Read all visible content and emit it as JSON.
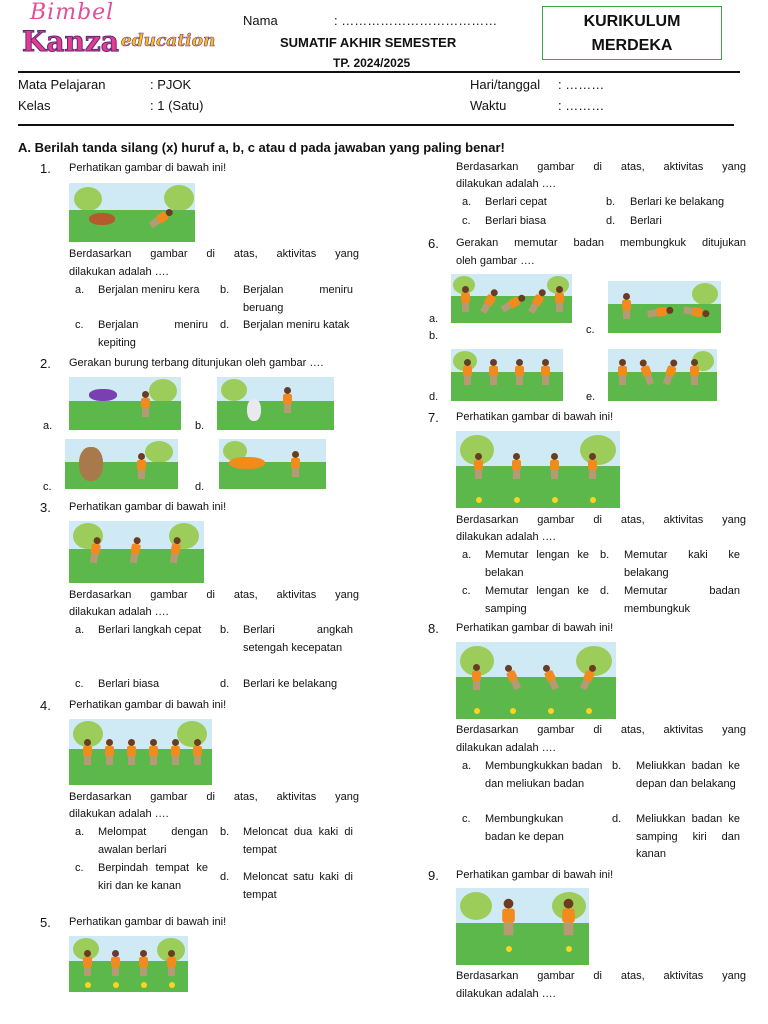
{
  "header": {
    "logo_line1": "Bimbel",
    "logo_kanza": "Kanza",
    "logo_education": "education",
    "nama_label": "Nama",
    "nama_value": ": ………………………………",
    "exam_title": "SUMATIF AKHIR SEMESTER",
    "exam_year": "TP. 2024/2025",
    "kurikulum_line1": "KURIKULUM",
    "kurikulum_line2": "MERDEKA"
  },
  "info": {
    "mapel_label": "Mata Pelajaran",
    "mapel_value": ": PJOK",
    "kelas_label": "Kelas",
    "kelas_value": ": 1 (Satu)",
    "hari_label": "Hari/tanggal",
    "hari_value": ": ………",
    "waktu_label": "Waktu",
    "waktu_value": ": ………"
  },
  "section_a": "A.  Berilah tanda silang (x) huruf a, b, c atau d pada jawaban yang paling benar!",
  "colors": {
    "grass": "#5cb84a",
    "shirt": "#f28a1e",
    "sky": "#cfe9f5",
    "logo_pink": "#e0509a",
    "box_border": "#3aa64a"
  },
  "q1": {
    "num": "1.",
    "text": "Perhatikan gambar di bawah ini!",
    "follow": "Berdasarkan gambar di atas, aktivitas yang dilakukan adalah ….",
    "a": "Berjalan meniru kera",
    "b": "Berjalan meniru beruang",
    "c": "Berjalan meniru kepiting",
    "d": "Berjalan meniru katak"
  },
  "q2": {
    "num": "2.",
    "text": "Gerakan burung terbang ditunjukan oleh gambar …."
  },
  "q3": {
    "num": "3.",
    "text": "Perhatikan gambar di bawah ini!",
    "follow": "Berdasarkan gambar di atas, aktivitas yang dilakukan adalah ….",
    "a": "Berlari langkah cepat",
    "b": "Berlari angkah setengah kecepatan",
    "c": "Berlari biasa",
    "d": "Berlari ke belakang"
  },
  "q4": {
    "num": "4.",
    "text": "Perhatikan gambar di bawah ini!",
    "follow": "Berdasarkan gambar di atas, aktivitas yang dilakukan adalah ….",
    "a": "Melompat dengan awalan berlari",
    "b": "Meloncat dua kaki di tempat",
    "c": "Berpindah tempat ke kiri dan ke kanan",
    "d": "Meloncat satu kaki di tempat"
  },
  "q5": {
    "num": "5.",
    "text": "Perhatikan gambar di bawah ini!",
    "follow": "Berdasarkan gambar di atas, aktivitas yang dilakukan adalah ….",
    "a": "Berlari cepat",
    "b": "Berlari ke belakang",
    "c": "Berlari biasa",
    "d": "Berlari"
  },
  "q6": {
    "num": "6.",
    "text": "Gerakan memutar badan membungkuk ditujukan oleh gambar …."
  },
  "q7": {
    "num": "7.",
    "text": "Perhatikan gambar di bawah ini!",
    "follow": "Berdasarkan gambar di atas, aktivitas yang dilakukan adalah ….",
    "a": "Memutar lengan ke belakan",
    "b": "Memutar kaki ke belakang",
    "c": "Memutar lengan ke samping",
    "d": "Memutar badan membungkuk"
  },
  "q8": {
    "num": "8.",
    "text": "Perhatikan gambar di bawah ini!",
    "follow": "Berdasarkan gambar di atas, aktivitas yang dilakukan adalah ….",
    "a": "Membungkukkan badan dan meliukan badan",
    "b": "Meliukkan badan ke depan dan belakang",
    "c": "Membungkukan badan ke depan",
    "d": "Meliukkan badan ke samping kiri dan kanan"
  },
  "q9": {
    "num": "9.",
    "text": "Perhatikan gambar di bawah ini!",
    "follow": "Berdasarkan gambar di atas, aktivitas yang dilakukan adalah …."
  },
  "letters": {
    "a": "a.",
    "b": "b.",
    "c": "c.",
    "d": "d.",
    "e": "e."
  }
}
